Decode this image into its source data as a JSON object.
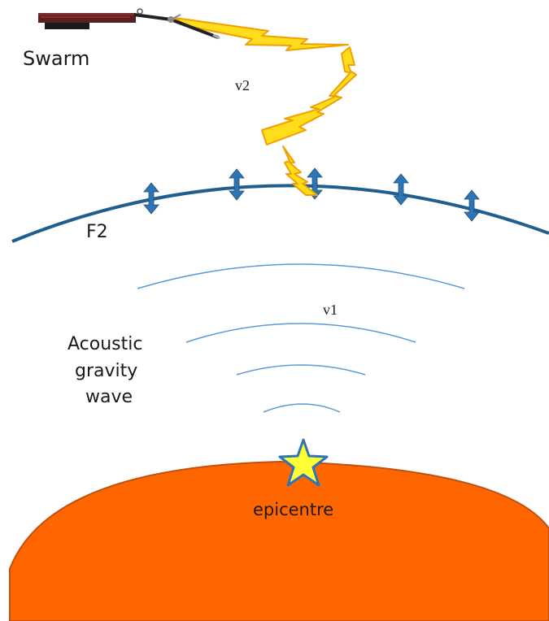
{
  "labels": {
    "satellite": "Swarm",
    "v2": "v2",
    "layer": "F2",
    "v1": "v1",
    "wave_line1": "Acoustic",
    "wave_line2": "gravity",
    "wave_line3": "wave",
    "epicentre": "epicentre"
  },
  "colors": {
    "earth": "#ff6600",
    "earth_edge": "#c0500f",
    "ionosphere": "#1f5f8f",
    "wave": "#5b9bd5",
    "arrow": "#2e75b6",
    "lightning_fill": "#ffdd1a",
    "lightning_edge": "#f0a000",
    "star_fill": "#ffff33",
    "star_edge": "#2e75b6"
  },
  "icons": {
    "satellite": "satellite-icon",
    "signal": "lightning-icon",
    "vertical_motion": "double-arrow-icon",
    "epicentre": "star-icon"
  },
  "arrow_count": 5,
  "wave_front_count": 4
}
